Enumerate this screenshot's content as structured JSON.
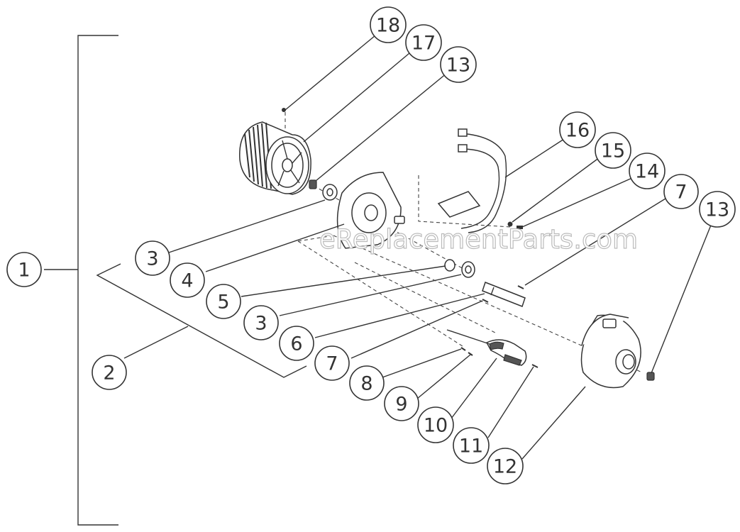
{
  "watermark": "eReplacementParts.com",
  "callouts": [
    {
      "id": "c1",
      "label": "1"
    },
    {
      "id": "c2",
      "label": "2"
    },
    {
      "id": "c3a",
      "label": "3"
    },
    {
      "id": "c3b",
      "label": "3"
    },
    {
      "id": "c4",
      "label": "4"
    },
    {
      "id": "c5",
      "label": "5"
    },
    {
      "id": "c6",
      "label": "6"
    },
    {
      "id": "c7a",
      "label": "7"
    },
    {
      "id": "c7b",
      "label": "7"
    },
    {
      "id": "c8",
      "label": "8"
    },
    {
      "id": "c9",
      "label": "9"
    },
    {
      "id": "c10",
      "label": "10"
    },
    {
      "id": "c11",
      "label": "11"
    },
    {
      "id": "c12",
      "label": "12"
    },
    {
      "id": "c13a",
      "label": "13"
    },
    {
      "id": "c13b",
      "label": "13"
    },
    {
      "id": "c14",
      "label": "14"
    },
    {
      "id": "c15",
      "label": "15"
    },
    {
      "id": "c16",
      "label": "16"
    },
    {
      "id": "c17",
      "label": "17"
    },
    {
      "id": "c18",
      "label": "18"
    }
  ]
}
